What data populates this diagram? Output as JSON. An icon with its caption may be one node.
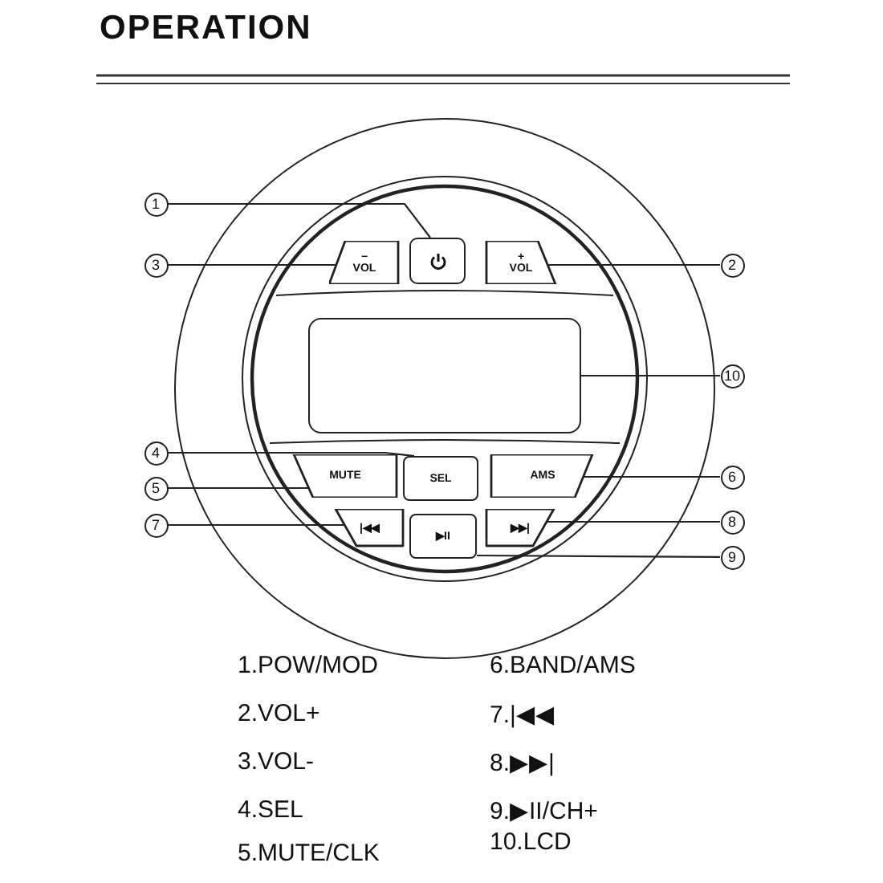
{
  "diagram": {
    "title": "OPERATION",
    "nodes": [
      {
        "text": [
          "1"
        ]
      },
      {
        "text": [],
        "shape": "button"
      },
      {
        "text": [
          "3"
        ]
      },
      {
        "text": [
          "−",
          "VOL"
        ]
      },
      {
        "text": [
          "+",
          "VOL"
        ]
      },
      {
        "text": [
          "2"
        ]
      },
      {
        "text": [],
        "shape": "box"
      },
      {
        "text": [
          "10"
        ]
      },
      {
        "text": [
          "4"
        ]
      },
      {
        "text": [
          "SEL"
        ]
      },
      {
        "text": [
          "5"
        ]
      },
      {
        "text": [
          "MUTE"
        ]
      },
      {
        "text": [
          "AMS"
        ]
      },
      {
        "text": [
          "6"
        ]
      },
      {
        "text": [
          "7"
        ]
      },
      {
        "text": [
          "|◀◀"
        ]
      },
      {
        "text": [
          "▶II"
        ]
      },
      {
        "text": [
          "▶▶|"
        ]
      },
      {
        "text": [
          "8"
        ]
      },
      {
        "text": [
          "9"
        ]
      }
    ],
    "edges": [
      {
        "from": 0,
        "to": 1,
        "arrow": "none"
      },
      {
        "from": 2,
        "to": 3,
        "arrow": "none"
      },
      {
        "from": 5,
        "to": 4,
        "arrow": "none"
      },
      {
        "from": 7,
        "to": 6,
        "arrow": "none"
      },
      {
        "from": 8,
        "to": 9,
        "arrow": "none"
      },
      {
        "from": 10,
        "to": 11,
        "arrow": "none"
      },
      {
        "from": 13,
        "to": 12,
        "arrow": "none"
      },
      {
        "from": 14,
        "to": 15,
        "arrow": "none"
      },
      {
        "from": 18,
        "to": 17,
        "arrow": "none"
      },
      {
        "from": 19,
        "to": 16,
        "arrow": "none"
      }
    ],
    "labels": [
      "1.POW/MOD",
      "2.VOL+",
      "3.VOL-",
      "4.SEL",
      "5.MUTE/CLK",
      "6.BAND/AMS",
      "7.|◀◀",
      "8.▶▶|",
      "9.▶II/CH+",
      "10.LCD"
    ]
  }
}
